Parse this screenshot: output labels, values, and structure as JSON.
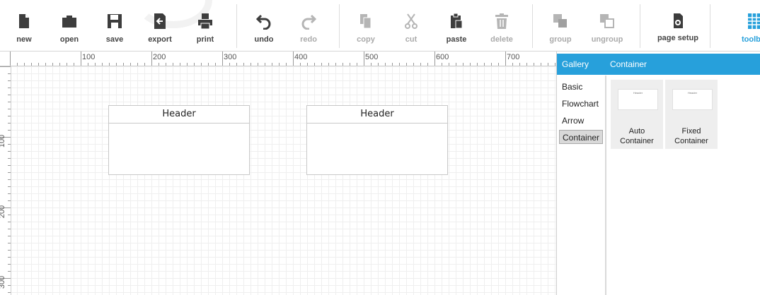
{
  "toolbar": {
    "buttons": [
      {
        "label": "new",
        "icon": "file-icon",
        "enabled": true
      },
      {
        "label": "open",
        "icon": "folder-icon",
        "enabled": true
      },
      {
        "label": "save",
        "icon": "floppy-icon",
        "enabled": true
      },
      {
        "label": "export",
        "icon": "export-icon",
        "enabled": true
      },
      {
        "label": "print",
        "icon": "printer-icon",
        "enabled": true
      },
      {
        "label": "undo",
        "icon": "undo-icon",
        "enabled": true
      },
      {
        "label": "redo",
        "icon": "redo-icon",
        "enabled": false
      },
      {
        "label": "copy",
        "icon": "copy-icon",
        "enabled": false
      },
      {
        "label": "cut",
        "icon": "scissors-icon",
        "enabled": false
      },
      {
        "label": "paste",
        "icon": "clipboard-icon",
        "enabled": true
      },
      {
        "label": "delete",
        "icon": "trash-icon",
        "enabled": false
      },
      {
        "label": "group",
        "icon": "group-icon",
        "enabled": false
      },
      {
        "label": "ungroup",
        "icon": "ungroup-icon",
        "enabled": false
      },
      {
        "label": "page setup",
        "icon": "page-gear-icon",
        "enabled": true
      },
      {
        "label": "toolb",
        "icon": "grid-icon",
        "enabled": true
      }
    ]
  },
  "ruler": {
    "top_labels": [
      "100",
      "200",
      "300",
      "400",
      "500",
      "600",
      "700"
    ],
    "left_labels": [
      "100",
      "200",
      "300"
    ]
  },
  "canvas": {
    "nodes": [
      {
        "header": "Header"
      },
      {
        "header": "Header"
      }
    ]
  },
  "panel": {
    "tabs": [
      "Gallery",
      "Container"
    ],
    "categories": [
      "Basic",
      "Flowchart",
      "Arrow",
      "Container"
    ],
    "active_category": "Container",
    "tiles": [
      {
        "label_line1": "Auto",
        "label_line2": "Container",
        "thumb_text": "Header"
      },
      {
        "label_line1": "Fixed",
        "label_line2": "Container",
        "thumb_text": "Header"
      }
    ]
  },
  "colors": {
    "accent": "#27a0db",
    "icon_enabled": "#3d3d3d",
    "icon_disabled": "#b5b5b5",
    "grid": "#efefef"
  }
}
